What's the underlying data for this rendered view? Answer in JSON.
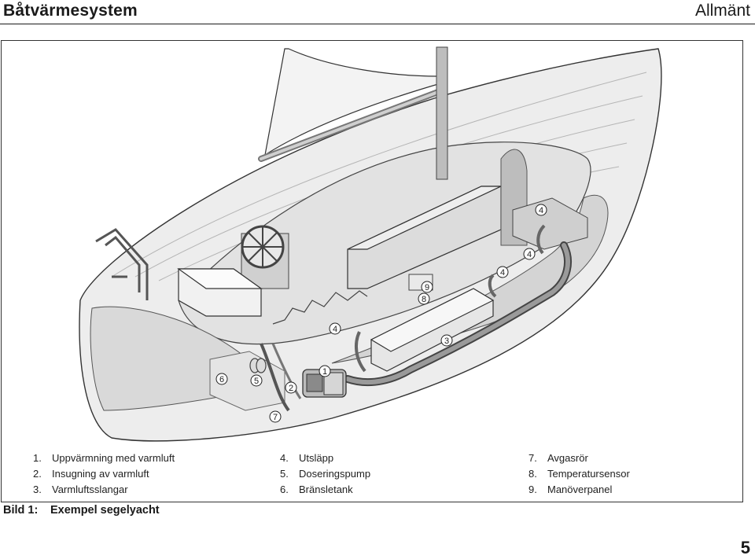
{
  "header": {
    "title": "Båtvärmesystem",
    "section": "Allmänt"
  },
  "figure": {
    "callouts": [
      "1",
      "2",
      "3",
      "4",
      "5",
      "6",
      "7",
      "8",
      "9"
    ],
    "legend": [
      {
        "num": "1.",
        "text": "Uppvärmning med varmluft"
      },
      {
        "num": "2.",
        "text": "Insugning av varmluft"
      },
      {
        "num": "3.",
        "text": "Varmluftsslangar"
      },
      {
        "num": "4.",
        "text": "Utsläpp"
      },
      {
        "num": "5.",
        "text": "Doseringspump"
      },
      {
        "num": "6.",
        "text": "Bränsletank"
      },
      {
        "num": "7.",
        "text": "Avgasrör"
      },
      {
        "num": "8.",
        "text": "Temperatursensor"
      },
      {
        "num": "9.",
        "text": "Manöverpanel"
      }
    ],
    "caption_label": "Bild 1:",
    "caption_text": "Exempel segelyacht"
  },
  "page": {
    "number": "5"
  }
}
